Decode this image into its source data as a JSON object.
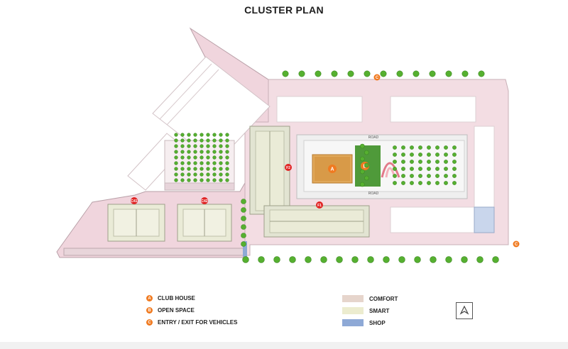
{
  "page": {
    "title": "CLUSTER PLAN"
  },
  "map": {
    "road_labels": [
      "ROAD",
      "ROAD"
    ],
    "block_labels": [
      "C41",
      "C42",
      "F1",
      "F2"
    ],
    "amenity_markers": [
      "A",
      "B"
    ],
    "entry_marker": "C",
    "colors": {
      "site_pink": "#f0d5dd",
      "comfort": "#e6d5cc",
      "smart": "#ececcf",
      "shop": "#8ea9d6",
      "marker_orange": "#f07a20",
      "block_red": "#e12424",
      "tree_green": "#56b030"
    }
  },
  "legend": {
    "markers": [
      {
        "marker": "A",
        "label": "CLUB HOUSE"
      },
      {
        "marker": "B",
        "label": "OPEN SPACE"
      },
      {
        "marker": "C",
        "label": "ENTRY / EXIT FOR VEHICLES"
      }
    ],
    "swatches": [
      {
        "label": "COMFORT",
        "color": "#e6d5cc"
      },
      {
        "label": "SMART",
        "color": "#ececcf"
      },
      {
        "label": "SHOP",
        "color": "#8ea9d6"
      }
    ],
    "north_icon": "north-arrow-icon"
  }
}
